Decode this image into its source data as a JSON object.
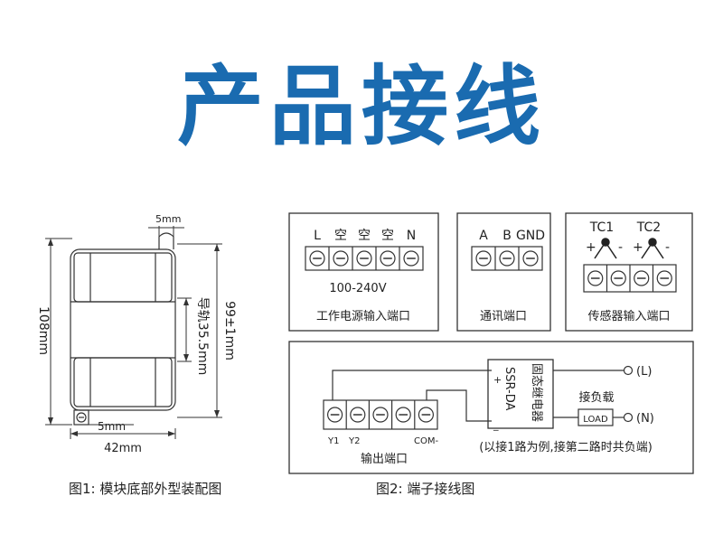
{
  "title": "产品接线",
  "fig1": {
    "dim_top": "5mm",
    "dim_height": "108mm",
    "dim_rail": "导轨35.5mm",
    "dim_right": "99±1mm",
    "dim_bottom_small": "5mm",
    "dim_width": "42mm",
    "caption": "图1: 模块底部外型装配图"
  },
  "power": {
    "labels": [
      "L",
      "空",
      "空",
      "空",
      "N"
    ],
    "voltage": "100-240V",
    "caption": "工作电源输入端口"
  },
  "comm": {
    "labels": [
      "A",
      "B",
      "GND"
    ],
    "caption": "通讯端口"
  },
  "sensor": {
    "labels": [
      "TC1",
      "TC2"
    ],
    "caption": "传感器输入端口"
  },
  "output": {
    "ssr_label": "固态继电器",
    "ssr_model": "SSR-DA",
    "load_title": "接负载",
    "load_box": "LOAD",
    "L_label": "(L)",
    "N_label": "(N)",
    "port_y1": "Y1",
    "port_y2": "Y2",
    "port_com": "COM-",
    "caption": "输出端口",
    "note": "(以接1路为例,接第二路时共负端)"
  },
  "fig2_caption": "图2: 端子接线图"
}
